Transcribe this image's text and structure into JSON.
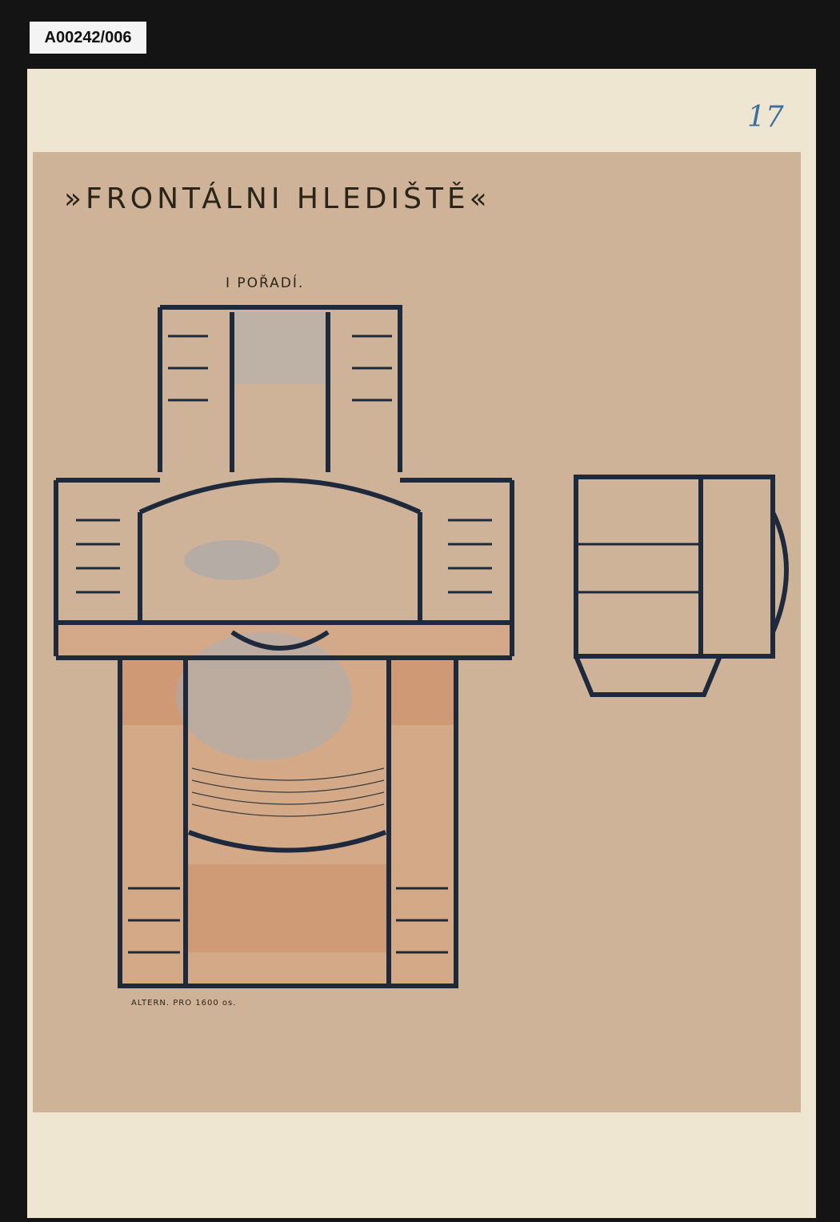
{
  "catalog": {
    "id": "A00242/006"
  },
  "sheet": {
    "number": "17"
  },
  "drawing": {
    "title": "»FRONTÁLNI HLEDIŠTĚ«",
    "subtitle": "I POŘADÍ.",
    "caption": "ALTERN. PRO 1600 os."
  },
  "colors": {
    "background": "#141414",
    "mount_board": "#efe6d2",
    "paper": "#cfb398",
    "wall_ink": "#1e2a3c",
    "foyer_wash": "#d99f76",
    "stage_wash": "#9fb0bf",
    "sheet_number_ink": "#3a6fa0"
  }
}
